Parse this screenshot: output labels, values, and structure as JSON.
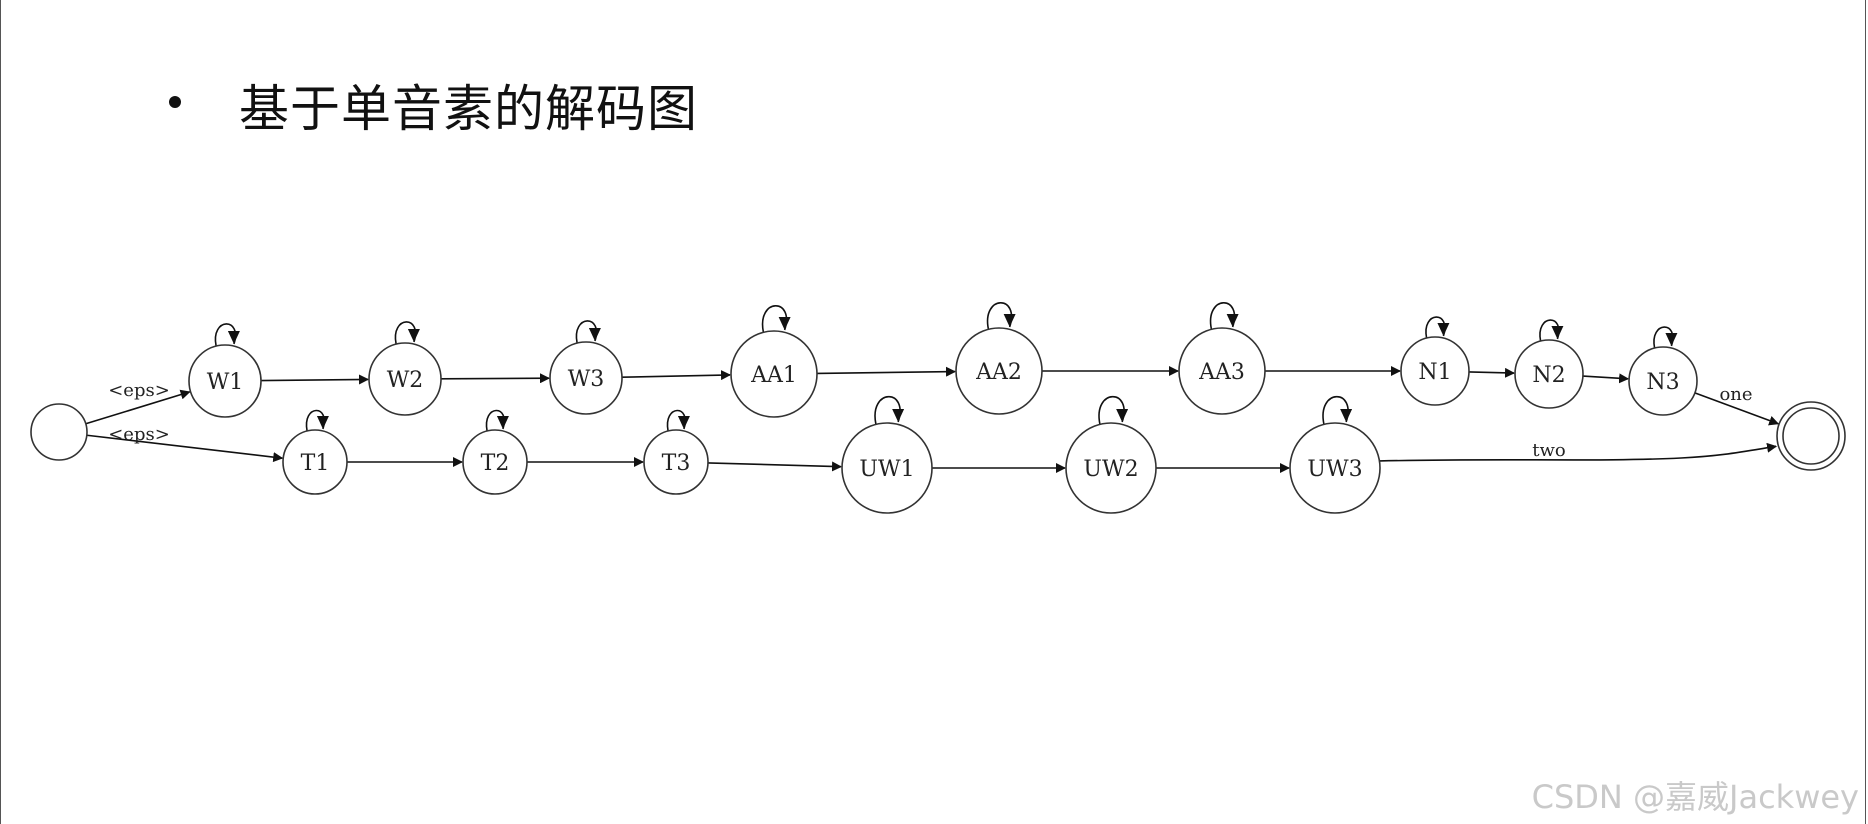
{
  "slide": {
    "title": "基于单音素的解码图"
  },
  "graph": {
    "nodes": [
      {
        "id": "start",
        "label": ""
      },
      {
        "id": "W1",
        "label": "W1"
      },
      {
        "id": "W2",
        "label": "W2"
      },
      {
        "id": "W3",
        "label": "W3"
      },
      {
        "id": "AA1",
        "label": "AA1"
      },
      {
        "id": "AA2",
        "label": "AA2"
      },
      {
        "id": "AA3",
        "label": "AA3"
      },
      {
        "id": "N1",
        "label": "N1"
      },
      {
        "id": "N2",
        "label": "N2"
      },
      {
        "id": "N3",
        "label": "N3"
      },
      {
        "id": "T1",
        "label": "T1"
      },
      {
        "id": "T2",
        "label": "T2"
      },
      {
        "id": "T3",
        "label": "T3"
      },
      {
        "id": "UW1",
        "label": "UW1"
      },
      {
        "id": "UW2",
        "label": "UW2"
      },
      {
        "id": "UW3",
        "label": "UW3"
      },
      {
        "id": "final",
        "label": ""
      }
    ],
    "edges": [
      {
        "from": "start",
        "to": "W1",
        "label": "<eps>"
      },
      {
        "from": "start",
        "to": "T1",
        "label": "<eps>"
      },
      {
        "from": "W1",
        "to": "W2",
        "label": ""
      },
      {
        "from": "W2",
        "to": "W3",
        "label": ""
      },
      {
        "from": "W3",
        "to": "AA1",
        "label": ""
      },
      {
        "from": "AA1",
        "to": "AA2",
        "label": ""
      },
      {
        "from": "AA2",
        "to": "AA3",
        "label": ""
      },
      {
        "from": "AA3",
        "to": "N1",
        "label": ""
      },
      {
        "from": "N1",
        "to": "N2",
        "label": ""
      },
      {
        "from": "N2",
        "to": "N3",
        "label": ""
      },
      {
        "from": "N3",
        "to": "final",
        "label": "one"
      },
      {
        "from": "T1",
        "to": "T2",
        "label": ""
      },
      {
        "from": "T2",
        "to": "T3",
        "label": ""
      },
      {
        "from": "T3",
        "to": "UW1",
        "label": ""
      },
      {
        "from": "UW1",
        "to": "UW2",
        "label": ""
      },
      {
        "from": "UW2",
        "to": "UW3",
        "label": ""
      },
      {
        "from": "UW3",
        "to": "final",
        "label": "two"
      }
    ],
    "self_loops": [
      "W1",
      "W2",
      "W3",
      "AA1",
      "AA2",
      "AA3",
      "N1",
      "N2",
      "N3",
      "T1",
      "T2",
      "T3",
      "UW1",
      "UW2",
      "UW3"
    ]
  },
  "watermark": "CSDN @嘉威Jackwey"
}
